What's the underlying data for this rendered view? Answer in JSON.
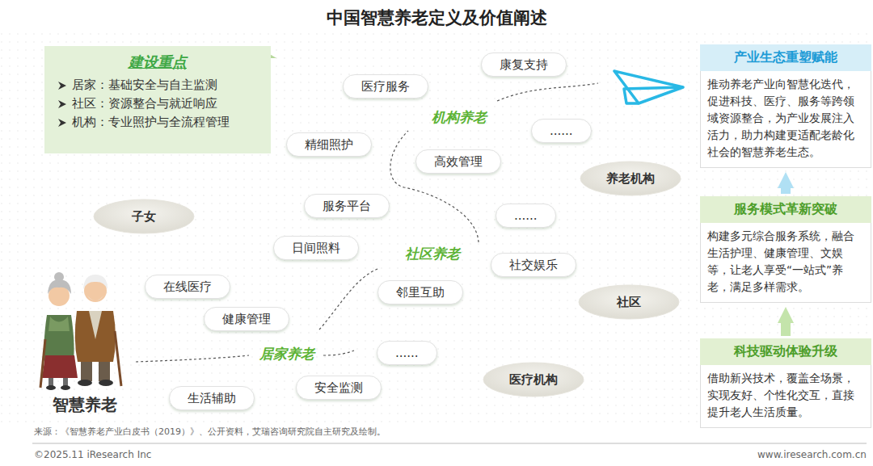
{
  "diagram": {
    "title": "中国智慧养老定义及价值阐述",
    "nodes": [
      {
        "text": [
          "建设重点",
          "居家：基础安全与自主监测",
          "社区：资源整合与就近响应",
          "机构：专业照护与全流程管理"
        ]
      },
      {
        "text": [
          "康复支持"
        ]
      },
      {
        "text": [
          "医疗服务"
        ]
      },
      {
        "text": [
          "精细照护"
        ]
      },
      {
        "text": [
          "高效管理"
        ]
      },
      {
        "text": [
          "......"
        ]
      },
      {
        "text": [
          "养老机构"
        ]
      },
      {
        "text": [
          "子女"
        ]
      },
      {
        "text": [
          "服务平台"
        ]
      },
      {
        "text": [
          "......"
        ]
      },
      {
        "text": [
          "日间照料"
        ]
      },
      {
        "text": [
          "社交娱乐"
        ]
      },
      {
        "text": [
          "在线医疗"
        ]
      },
      {
        "text": [
          "邻里互助"
        ]
      },
      {
        "text": [
          "社区"
        ]
      },
      {
        "text": [
          "健康管理"
        ]
      },
      {
        "text": [
          "......"
        ]
      },
      {
        "text": [
          "医疗机构"
        ]
      },
      {
        "text": [
          "安全监测"
        ]
      },
      {
        "text": [
          "生活辅助"
        ]
      },
      {
        "text": [
          "产业生态重塑赋能",
          "推动养老产业向智慧化迭代，促进科技、医疗、服务等跨领域资源整合，为产业发展注入活力，助力构建更适配老龄化社会的智慧养老生态。"
        ]
      },
      {
        "text": [
          "服务模式革新突破",
          "构建多元综合服务系统，融合生活护理、健康管理、文娱等，让老人享受“一站式”养老，满足多样需求。"
        ]
      },
      {
        "text": [
          "科技驱动体验升级",
          "借助新兴技术，覆盖全场景，实现友好、个性化交互，直接提升老人生活质量。"
        ]
      }
    ],
    "edges": [
      {
        "from": 22,
        "to": 21,
        "arrow": "to"
      },
      {
        "from": 21,
        "to": 20,
        "arrow": "to"
      }
    ],
    "labels": [
      "机构养老",
      "社区养老",
      "居家养老",
      "智慧养老",
      "来源：《智慧养老产业白皮书（2019）》、公开资料，艾瑞咨询研究院自主研究及绘制。",
      "©2025.11 iResearch Inc",
      "www.iresearch.com.cn"
    ]
  }
}
